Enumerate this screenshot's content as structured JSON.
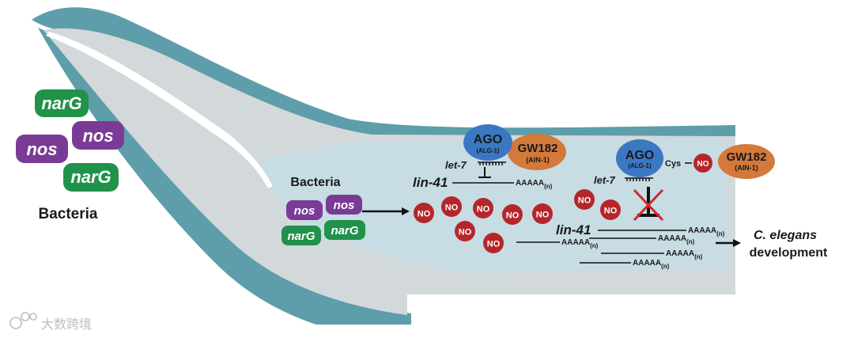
{
  "colors": {
    "nos": "#7a3b96",
    "narG": "#21924b",
    "no": "#b5262b",
    "ago": "#3b78c3",
    "gw182": "#d4793a",
    "worm_outline": "#5d9eaa",
    "worm_body": "#d3d8da",
    "worm_inner": "#c4dde4"
  },
  "outside": {
    "genes": [
      "narG",
      "nos",
      "nos",
      "narG"
    ],
    "label": "Bacteria"
  },
  "inside": {
    "bacteria_label": "Bacteria",
    "genes": [
      "nos",
      "nos",
      "narG",
      "narG"
    ]
  },
  "no_label": "NO",
  "left_complex": {
    "ago": "AGO",
    "ago_sub": "(ALG-1)",
    "gw": "GW182",
    "gw_sub": "(AIN-1)",
    "mirna": "let-7",
    "target": "lin-41",
    "polya": "AAAAA",
    "polya_sub": "(n)"
  },
  "right_complex": {
    "ago": "AGO",
    "ago_sub": "(ALG-1)",
    "cys": "Cys",
    "gw": "GW182",
    "gw_sub": "(AIN-1)",
    "mirna": "let-7",
    "target": "lin-41",
    "polya": "AAAAA",
    "polya_sub": "(n)"
  },
  "outcome": {
    "line1": "C. elegans",
    "line2": "development"
  },
  "watermark": "大数跨境"
}
